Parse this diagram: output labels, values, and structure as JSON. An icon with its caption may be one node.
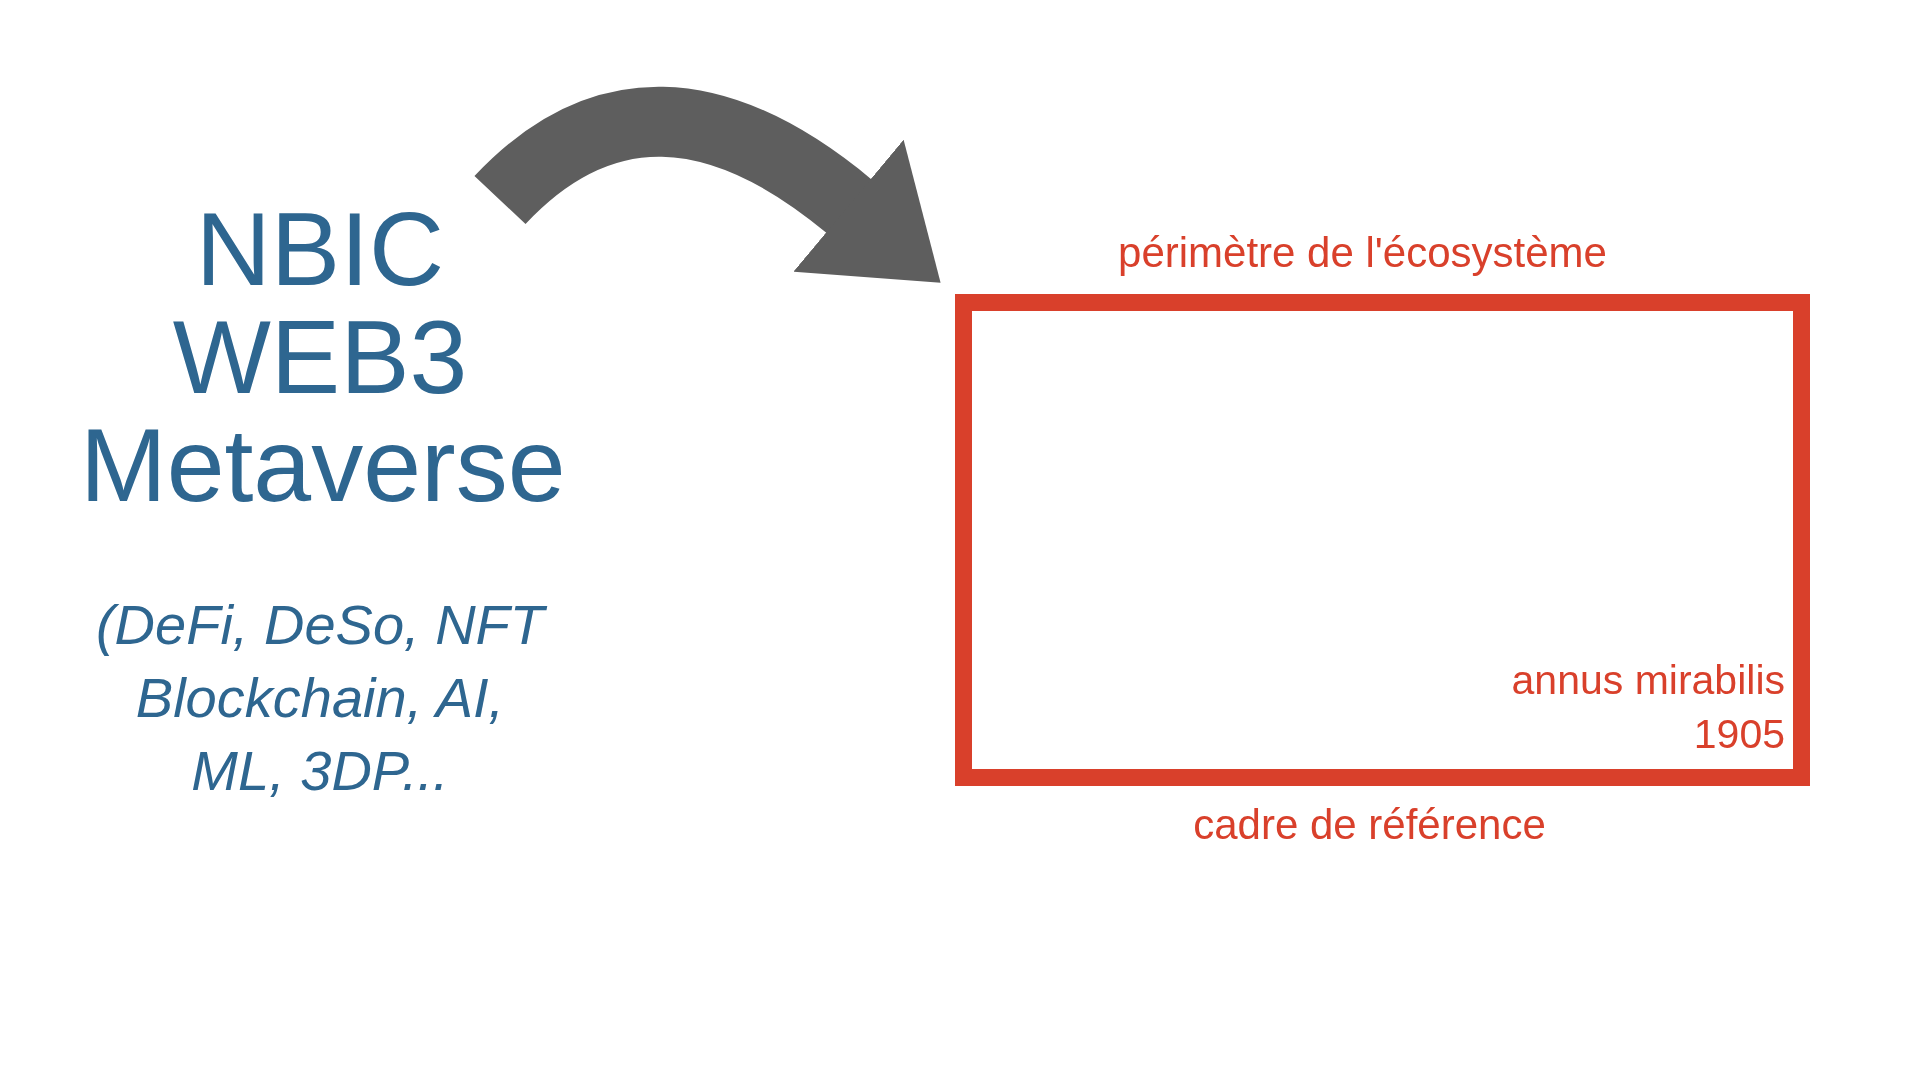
{
  "diagram": {
    "nodes": [
      {
        "text": [
          "NBIC WEB3 Metaverse",
          "(DeFi, DeSo, NFT Blockchain, AI, ML, 3DP..."
        ]
      },
      {
        "text": [
          "périmètre de l'écosystème",
          "annus mirabilis 1905"
        ],
        "beside": [
          "cadre de référence"
        ]
      }
    ],
    "edges": [
      {
        "from": 0,
        "to": 1,
        "arrow": "to"
      }
    ]
  }
}
